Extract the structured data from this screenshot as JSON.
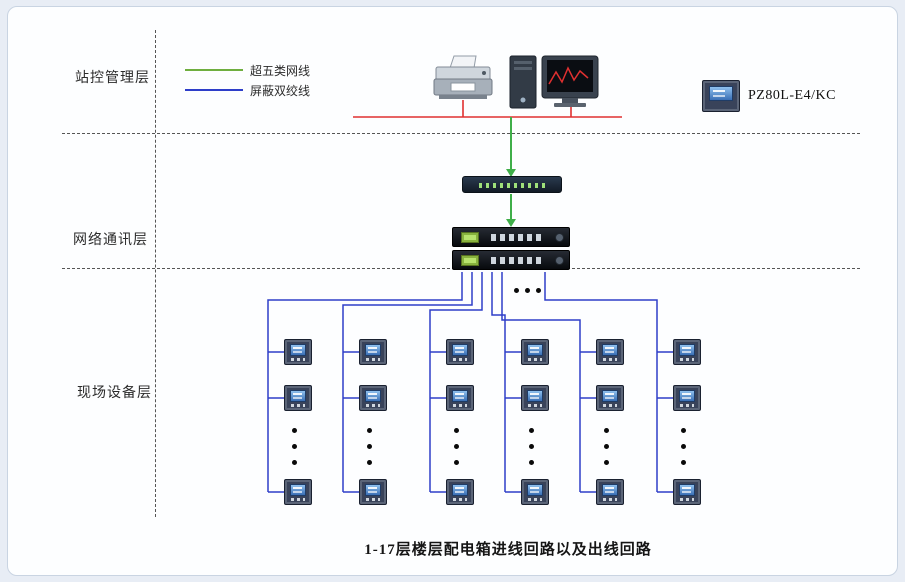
{
  "caption": {
    "text": "1-17层楼层配电箱进线回路以及出线回路"
  },
  "layers": {
    "station": "站控管理层",
    "network": "网络通讯层",
    "field": "现场设备层"
  },
  "legend": {
    "items": [
      {
        "label": "超五类网线",
        "color": "#6fae3f"
      },
      {
        "label": "屏蔽双绞线",
        "color": "#2e3ec9"
      }
    ]
  },
  "devices": {
    "meter_label": "PZ80L-E4/KC",
    "icons": [
      "printer-icon",
      "desktop-computer-icon",
      "ethernet-switch-icon",
      "serial-server-icon",
      "power-meter-icon"
    ]
  },
  "colors": {
    "bus_line": "#e03030",
    "cat5_line": "#3fae49",
    "shielded_line": "#2e3ec9",
    "background": "#e8edf5",
    "panel": "#fdfeff"
  },
  "field_layer": {
    "columns": 6,
    "visible_meters_per_column": 3
  }
}
